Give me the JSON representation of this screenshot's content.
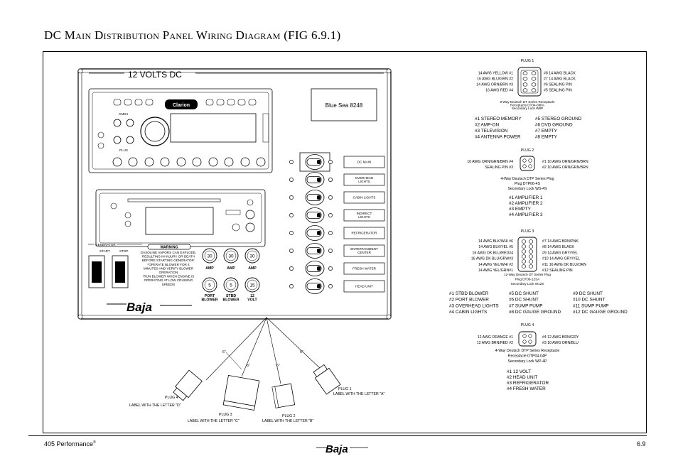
{
  "title": "DC Main Distribution Panel Wiring Diagram (FIG 6.9.1)",
  "footer": {
    "left": "405 Performance",
    "reg": "®",
    "right": "6.9"
  },
  "panel": {
    "voltage_label": "12 VOLTS DC",
    "radio_brand": "Clarion",
    "cmd_label": "CMD4",
    "plus_label": "PLUS",
    "blue_sea": "Blue Sea 8248",
    "generator_label": "GENERATOR",
    "start_label": "START",
    "stop_label": "STOP",
    "warning_title": "WARNING",
    "warning_text": [
      "GASOLINE VAPORS CAN EXPLODE,",
      "RESULTING IN INJURY OR DEATH",
      "BEFORE STARTING GENERATOR:",
      "*OPERATE BLOWER FOR 4",
      "MINUTES AND VERIFY BLOWER",
      "OPERATION",
      "*RUN BLOWER WHEN ENGINE IS",
      "OPERATING AT LOW CRUISING",
      "SPEEDS"
    ],
    "amp_labels": [
      "AMP",
      "AMP",
      "AMP"
    ],
    "breaker_values": [
      "5",
      "5",
      "15"
    ],
    "breaker_labels": [
      [
        "PORT",
        "BLOWER"
      ],
      [
        "STBD",
        "BLOWER"
      ],
      [
        "12",
        "VOLT"
      ]
    ],
    "breaker_labels_top": [
      "30",
      "30",
      "30"
    ],
    "switches": [
      "DC MAIN",
      "OVERHEAD LIGHTS",
      "CABIN LIGHTS",
      "INDIRECT LIGHTS",
      "REFRIGERATOR",
      "ENTERTAINMENT CENTER",
      "FRESH WATER",
      "HEAD UNIT"
    ],
    "logo": "Baja"
  },
  "connectors": {
    "lengths": [
      "6\"",
      "6\"",
      "6\"",
      "6\""
    ],
    "plug4": {
      "name": "PLUG 4",
      "label": "LABEL WITH THE LETTER \"D\""
    },
    "plug3": {
      "name": "PLUG 3",
      "label": "LABEL WITH THE LETTER \"C\""
    },
    "plug2": {
      "name": "PLUG 2",
      "label": "LABEL WITH THE LETTER \"B\""
    },
    "plug1": {
      "name": "PLUG 1",
      "label": "LABEL WITH THE LETTER \"A\""
    }
  },
  "plug1": {
    "title": "PLUG 1",
    "left_pins": [
      "14 AWG YELLOW  #1",
      "16 AWG BLU/GRN  #2",
      "14 AWG ORN/BRN  #3",
      "16 AWG RED  #4"
    ],
    "right_pins": [
      "#8 14 AWG BLACK",
      "#7 14 AWG BLACK",
      "#6 SEALING PIN",
      "#5 SEALING PIN"
    ],
    "caption": [
      "8-Way Deutsch DT Series Receptacle",
      "Receptacle DT04-08PA",
      "Secondary Lock W8P"
    ],
    "functions_left": [
      "#1 STEREO MEMORY",
      "#2 AMP-ON",
      "#3 TELEVISION",
      "#4 ANTENNA POWER"
    ],
    "functions_right": [
      "#5 STEREO GROUND",
      "#6 DVD GROUND",
      "#7 EMPTY",
      "#8 EMPTY"
    ]
  },
  "plug2": {
    "title": "PLUG 2",
    "left_pins": [
      "10 AWG ORN/GRN/BRN  #4",
      "SEALING PIN  #3"
    ],
    "right_pins": [
      "#1  10 AWG ORN/GRN/BRN",
      "#2  10 AWG ORN/GRN/BRN"
    ],
    "caption": [
      "4-Way Deutsch DTP Series Plug",
      "Plug DTP06-4S",
      "Secondary Lock WS-4S"
    ],
    "functions": [
      "#1 AMPLIFIER 1",
      "#2 AMPLIFIER 2",
      "#3 EMPTY",
      "#4 AMPLIFIER 3"
    ]
  },
  "plug3": {
    "title": "PLUG 3",
    "left_pins": [
      "14 AWG BLK/WHI #6",
      "14 AWG BLK/YEL #5",
      "16 AWG DK BLU/RED#4",
      "16 AWG DK BLU/GRW#3",
      "14 AWG YEL/WHI #2",
      "14 AWG YEL/GRN#1"
    ],
    "right_pins": [
      "#7  14 AWG BRN/PNK",
      "#8  14 AWG BLACK",
      "#9  14 AWG GRY/YEL",
      "#10 14 AWG GRY/YEL",
      "#11 16 AWG DK BLU/ORN",
      "#12 SEALING PIN"
    ],
    "caption": [
      "12-Way Deutsch DT Series Plug",
      "Plug DT06-12SA",
      "Secondary Lock W12S"
    ],
    "functions_col1": [
      "#1 STBD BLOWER",
      "#2 PORT BLOWER",
      "#3 OVERHEAD LIGHTS",
      "#4 CABIN LIGHTS"
    ],
    "functions_col2": [
      "#5 DC SHUNT",
      "#6 DC SHUNT",
      "#7 SUMP PUMP",
      "#8 DC GAUGE GROUND"
    ],
    "functions_col3": [
      "#9   DC SHUNT",
      "#10 DC SHUNT",
      "#11 SUMP PUMP",
      "#12 DC GAUGE GROUND"
    ]
  },
  "plug4": {
    "title": "PLUG 4",
    "left_pins": [
      "12 AWG ORANGE  #1",
      "12 AWG BRN/RED  #2"
    ],
    "right_pins": [
      "#4  12 AWG BRN/GRY",
      "#3  10 AWG ORN/BLU"
    ],
    "caption": [
      "4-Way Deutsch DTP Series Receptacle",
      "Receptacle DTP04-04P",
      "Secondary Lock WP-4P"
    ],
    "functions": [
      "#1 12 VOLT",
      "#2 HEAD UNIT",
      "#3 REFRIGERATOR",
      "#4 FRESH WATER"
    ]
  }
}
